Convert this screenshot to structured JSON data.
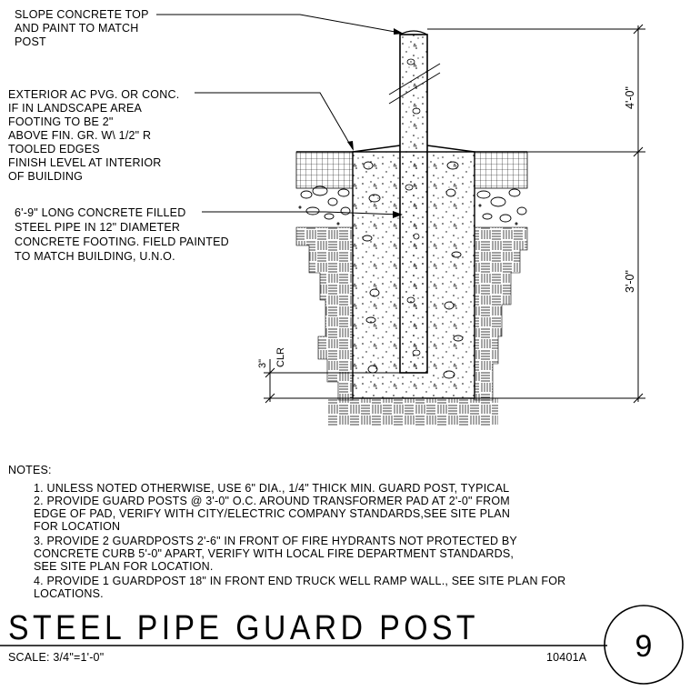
{
  "callouts": {
    "slope": [
      "SLOPE CONCRETE TOP",
      "AND PAINT TO MATCH",
      "POST"
    ],
    "paving": [
      "EXTERIOR AC PVG. OR CONC.",
      "IF IN LANDSCAPE AREA",
      "FOOTING TO BE  2\"",
      "ABOVE FIN. GR. W\\ 1/2\" R",
      "TOOLED EDGES",
      "FINISH LEVEL AT INTERIOR",
      "OF BUILDING"
    ],
    "pipe": [
      "6'-9\" LONG CONCRETE FILLED",
      "STEEL PIPE IN 12\" DIAMETER",
      "CONCRETE FOOTING. FIELD PAINTED",
      "TO MATCH BUILDING, U.N.O."
    ]
  },
  "dimensions": {
    "above_grade": "4'-0\"",
    "footing_depth": "3'-0\"",
    "clearance": "3\"",
    "clearance_label": "CLR"
  },
  "notes": {
    "heading": "NOTES:",
    "lines": [
      "1.  UNLESS NOTED OTHERWISE, USE 6\" DIA., 1/4\" THICK MIN. GUARD POST, TYPICAL",
      "2.  PROVIDE GUARD POSTS @ 3'-0\" O.C. AROUND TRANSFORMER PAD AT 2'-0\" FROM",
      "     EDGE OF PAD, VERIFY WITH CITY/ELECTRIC COMPANY STANDARDS,SEE SITE PLAN",
      "     FOR LOCATION",
      "3.  PROVIDE 2 GUARDPOSTS 2'-6\" IN FRONT OF FIRE HYDRANTS NOT PROTECTED BY",
      "     CONCRETE CURB 5'-0\" APART, VERIFY WITH LOCAL FIRE DEPARTMENT STANDARDS,",
      "     SEE SITE PLAN FOR LOCATION.",
      "4.  PROVIDE 1 GUARDPOST 18\" IN FRONT END TRUCK WELL RAMP WALL., SEE SITE PLAN FOR",
      "     LOCATIONS."
    ]
  },
  "title_block": {
    "title": "STEEL PIPE GUARD POST",
    "scale": "SCALE: 3/4\"=1'-0\"",
    "sheet_code": "10401A",
    "detail_number": "9"
  }
}
